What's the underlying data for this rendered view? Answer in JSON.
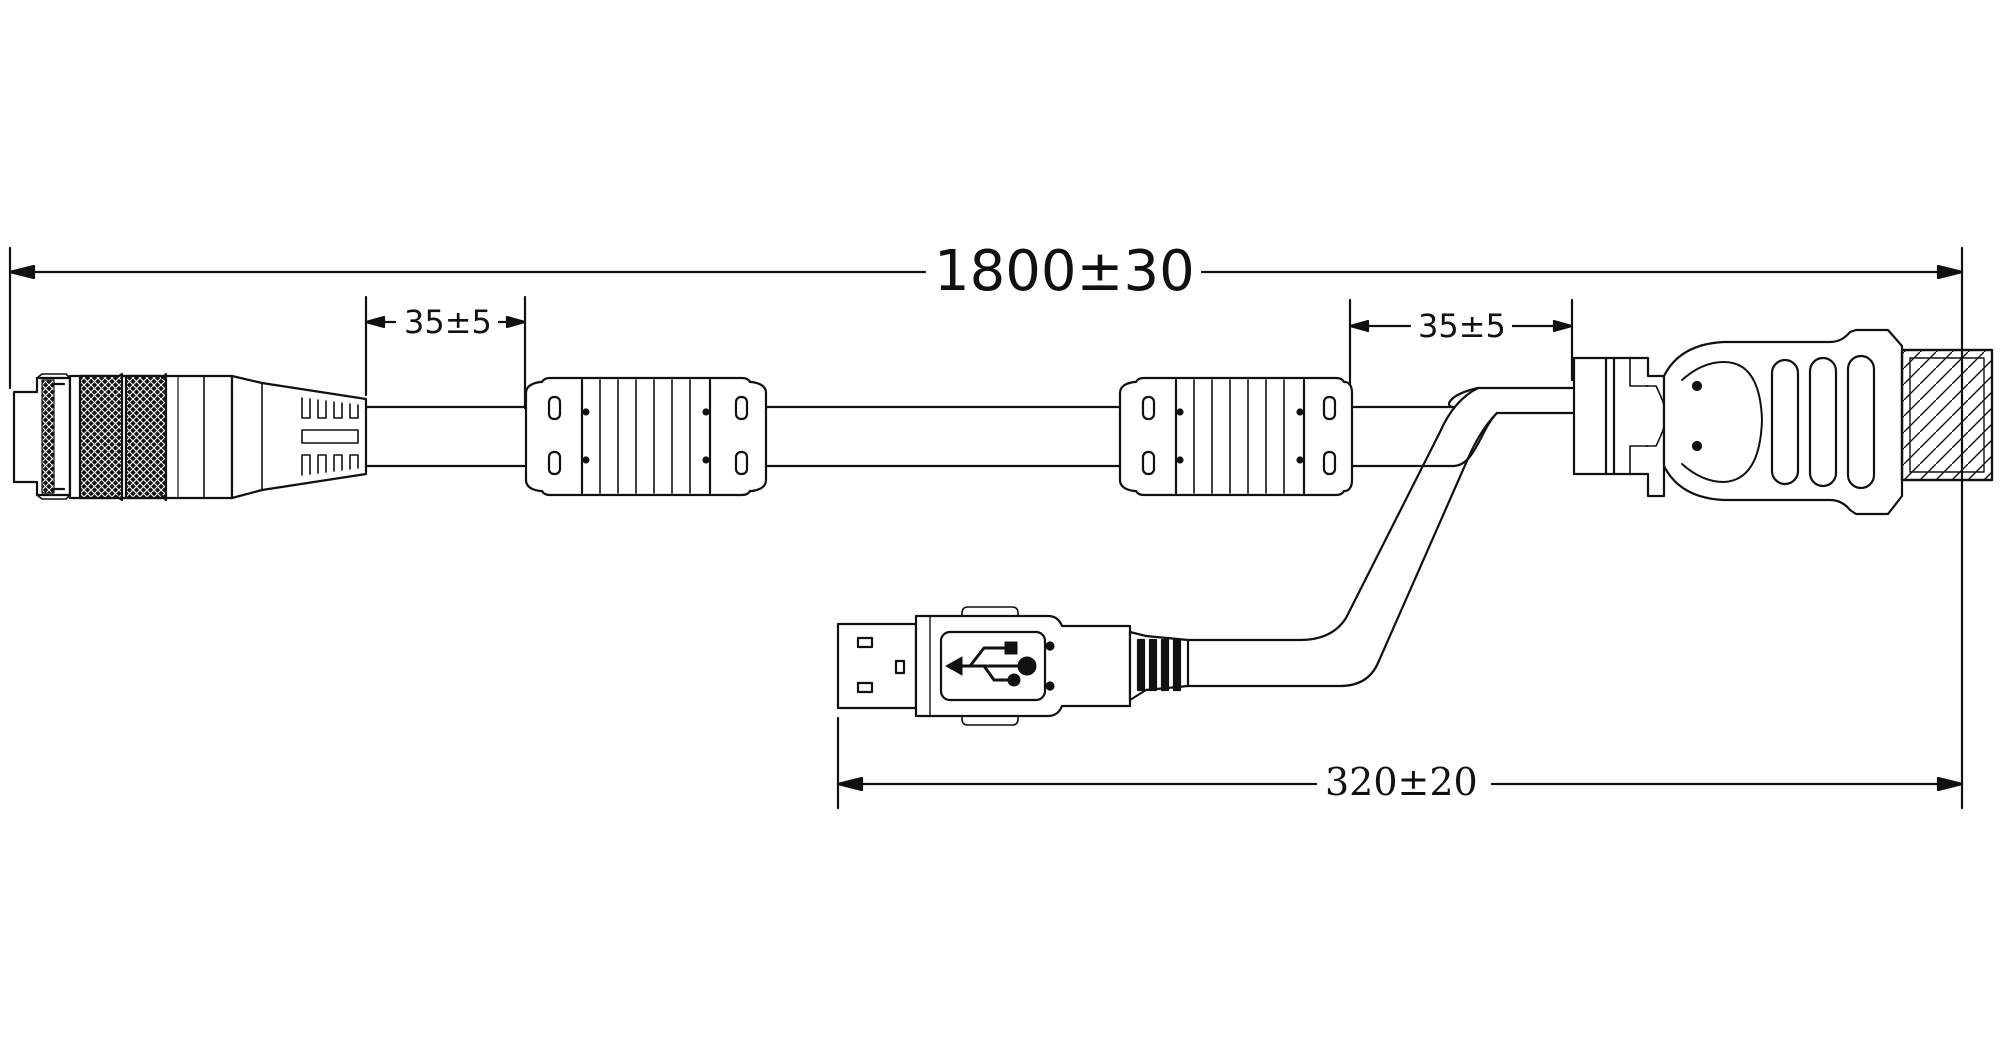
{
  "dimensions": {
    "overall_length": "1800±30",
    "ferrite_offset_left": "35±5",
    "ferrite_offset_right": "35±5",
    "usb_branch_length": "320±20"
  },
  "colors": {
    "line": "#111111",
    "background": "#ffffff",
    "knurl_fill": "#1a1a1a"
  },
  "icons": [
    "usb-symbol-icon"
  ]
}
